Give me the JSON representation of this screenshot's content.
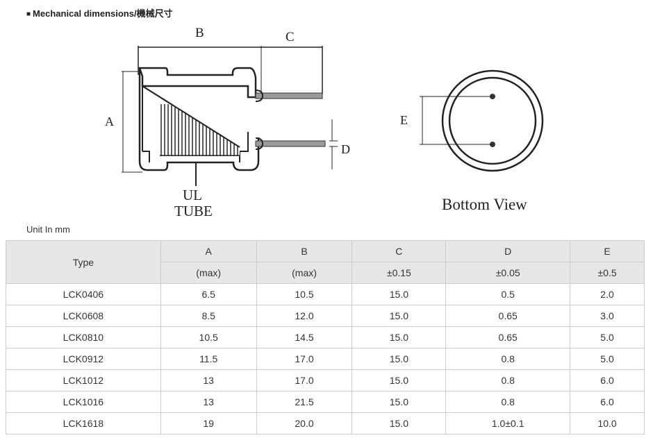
{
  "section": {
    "bullet": "■",
    "title": "Mechanical dimensions/機械尺寸"
  },
  "drawing": {
    "label_a": "A",
    "label_b": "B",
    "label_c": "C",
    "label_d": "D",
    "label_e": "E",
    "tube_line1": "UL",
    "tube_line2": "TUBE",
    "bottom_view": "Bottom View"
  },
  "unit_note": "Unit In mm",
  "table": {
    "type_header": "Type",
    "columns": [
      {
        "name": "A",
        "spec": "(max)"
      },
      {
        "name": "B",
        "spec": "(max)"
      },
      {
        "name": "C",
        "spec": "±0.15"
      },
      {
        "name": "D",
        "spec": "±0.05"
      },
      {
        "name": "E",
        "spec": "±0.5"
      }
    ],
    "rows": [
      {
        "type": "LCK0406",
        "a": "6.5",
        "b": "10.5",
        "c": "15.0",
        "d": "0.5",
        "e": "2.0"
      },
      {
        "type": "LCK0608",
        "a": "8.5",
        "b": "12.0",
        "c": "15.0",
        "d": "0.65",
        "e": "3.0"
      },
      {
        "type": "LCK0810",
        "a": "10.5",
        "b": "14.5",
        "c": "15.0",
        "d": "0.65",
        "e": "5.0"
      },
      {
        "type": "LCK0912",
        "a": "11.5",
        "b": "17.0",
        "c": "15.0",
        "d": "0.8",
        "e": "5.0"
      },
      {
        "type": "LCK1012",
        "a": "13",
        "b": "17.0",
        "c": "15.0",
        "d": "0.8",
        "e": "6.0"
      },
      {
        "type": "LCK1016",
        "a": "13",
        "b": "21.5",
        "c": "15.0",
        "d": "0.8",
        "e": "6.0"
      },
      {
        "type": "LCK1618",
        "a": "19",
        "b": "20.0",
        "c": "15.0",
        "d": "1.0±0.1",
        "e": "10.0"
      }
    ]
  }
}
